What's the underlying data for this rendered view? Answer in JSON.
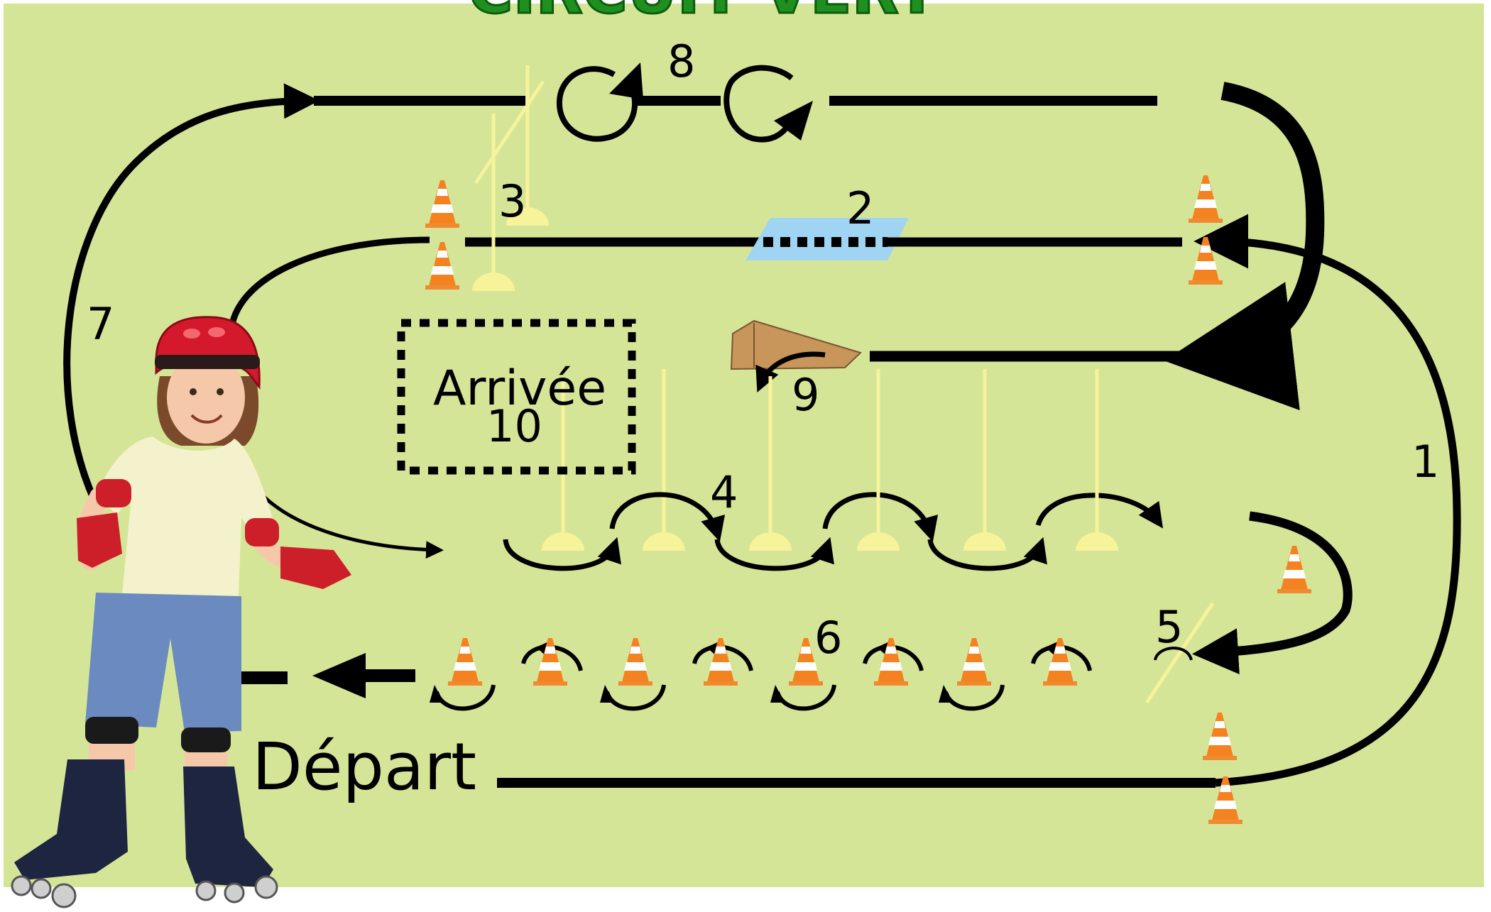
{
  "diagram": {
    "title": "CIRCUIT VERT",
    "title_color": "#1f8f1f",
    "field_color": "#d5e597",
    "track_color": "#000000",
    "pole_color": "#f7f39a",
    "cone_color": "#f58220",
    "water_color": "#9fd4f2",
    "ramp_color": "#c8955a",
    "start_label": "Départ",
    "finish_label": "Arrivée",
    "finish_number": "10",
    "station_labels": {
      "s1": "1",
      "s2": "2",
      "s3": "3",
      "s4": "4",
      "s5": "5",
      "s6": "6",
      "s7": "7",
      "s8": "8",
      "s9": "9"
    },
    "photo": "child-on-inline-skates-with-red-helmet"
  }
}
